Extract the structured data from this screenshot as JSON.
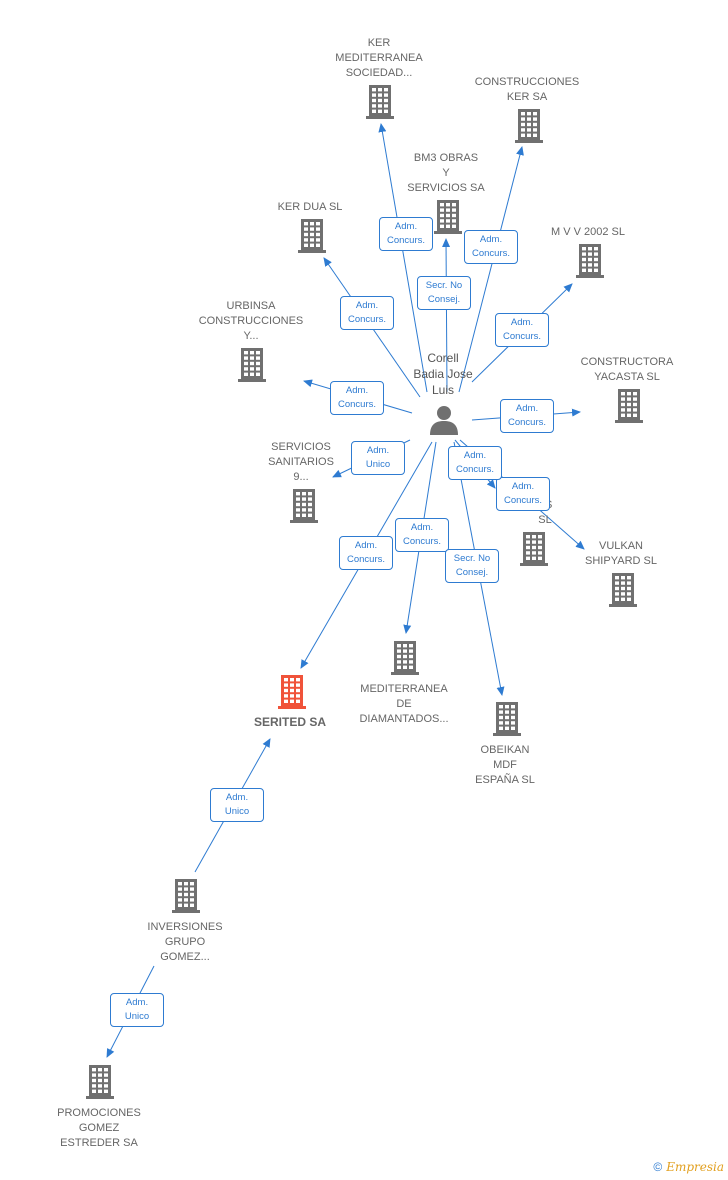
{
  "colors": {
    "edge": "#2e7bd1",
    "building": "#707070",
    "focus_building": "#f0533a",
    "label_text": "#666666"
  },
  "person": {
    "id": "corell",
    "label": "Corell\nBadia Jose\nLuis",
    "icon": "person-icon"
  },
  "companies": [
    {
      "id": "ker-mediterranea",
      "label": "KER\nMEDITERRANEA\nSOCIEDAD..."
    },
    {
      "id": "construcciones-ker",
      "label": "CONSTRUCCIONES\nKER SA"
    },
    {
      "id": "bm3-obras",
      "label": "BM3 OBRAS\nY\nSERVICIOS SA"
    },
    {
      "id": "ker-dua",
      "label": "KER DUA SL"
    },
    {
      "id": "mvv-2002",
      "label": "M V V 2002 SL"
    },
    {
      "id": "urbinsa",
      "label": "URBINSA\nCONSTRUCCIONES\nY..."
    },
    {
      "id": "constructora-yacasta",
      "label": "CONSTRUCTORA\nYACASTA SL"
    },
    {
      "id": "servicios-sanitarios",
      "label": "SERVICIOS\nSANITARIOS\n9..."
    },
    {
      "id": "s-es-sl",
      "label": "S\nES\nSL"
    },
    {
      "id": "vulkan-shipyard",
      "label": "VULKAN\nSHIPYARD SL"
    },
    {
      "id": "serited",
      "label": "SERITED SA",
      "focus": true
    },
    {
      "id": "mediterranea-diamantados",
      "label": "MEDITERRANEA\nDE\nDIAMANTADOS..."
    },
    {
      "id": "obeikan-mdf",
      "label": "OBEIKAN\nMDF\nESPAÑA SL"
    },
    {
      "id": "inversiones-grupo-gomez",
      "label": "INVERSIONES\nGRUPO\nGOMEZ..."
    },
    {
      "id": "promociones-gomez",
      "label": "PROMOCIONES\nGOMEZ\nESTREDER SA"
    }
  ],
  "edges": [
    {
      "from": "corell",
      "to": "ker-mediterranea",
      "label": "Adm.\nConcurs."
    },
    {
      "from": "corell",
      "to": "construcciones-ker",
      "label": "Adm.\nConcurs."
    },
    {
      "from": "corell",
      "to": "bm3-obras",
      "label": "Secr.  No\nConsej."
    },
    {
      "from": "corell",
      "to": "ker-dua",
      "label": "Adm.\nConcurs."
    },
    {
      "from": "corell",
      "to": "mvv-2002",
      "label": "Adm.\nConcurs."
    },
    {
      "from": "corell",
      "to": "urbinsa",
      "label": "Adm.\nConcurs."
    },
    {
      "from": "corell",
      "to": "constructora-yacasta",
      "label": "Adm.\nConcurs."
    },
    {
      "from": "corell",
      "to": "servicios-sanitarios",
      "label": "Adm.\nUnico"
    },
    {
      "from": "corell",
      "to": "s-es-sl",
      "label": "Adm.\nConcurs."
    },
    {
      "from": "corell",
      "to": "vulkan-shipyard",
      "label": "Adm.\nConcurs."
    },
    {
      "from": "corell",
      "to": "serited",
      "label": "Adm.\nConcurs."
    },
    {
      "from": "corell",
      "to": "mediterranea-diamantados",
      "label": "Adm.\nConcurs."
    },
    {
      "from": "corell",
      "to": "obeikan-mdf",
      "label": "Secr.  No\nConsej."
    },
    {
      "from": "inversiones-grupo-gomez",
      "to": "serited",
      "label": "Adm.\nUnico"
    },
    {
      "from": "inversiones-grupo-gomez",
      "to": "promociones-gomez",
      "label": "Adm.\nUnico"
    }
  ],
  "footer": {
    "copyright": "©",
    "brand": "Empresia"
  }
}
